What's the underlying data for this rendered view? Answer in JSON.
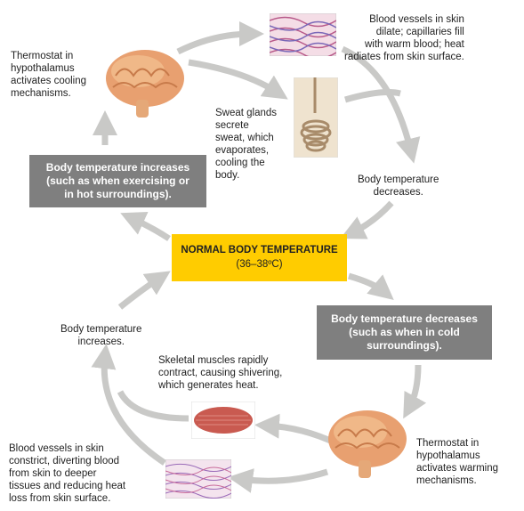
{
  "center": {
    "title": "NORMAL BODY TEMPERATURE",
    "range": "(36–38ºC)"
  },
  "top_cycle": {
    "stimulus": "Body temperature increases\n(such as when exercising or\nin hot surroundings).",
    "thermostat": "Thermostat in\nhypothalamus\nactivates cooling\nmechanisms.",
    "vessels": "Blood vessels in skin\ndilate; capillaries fill\nwith warm blood; heat\nradiates from skin surface.",
    "sweat": "Sweat glands\nsecrete\nsweat, which\nevaporates,\ncooling the\nbody.",
    "result": "Body temperature\ndecreases."
  },
  "bottom_cycle": {
    "stimulus": "Body temperature decreases\n(such as when in cold\nsurroundings).",
    "thermostat": "Thermostat in\nhypothalamus\nactivates warming\nmechanisms.",
    "muscles": "Skeletal muscles rapidly\ncontract, causing shivering,\nwhich generates heat.",
    "vessels": "Blood vessels in skin\nconstrict, diverting blood\nfrom skin to deeper\ntissues and reducing heat\nloss from skin surface.",
    "result": "Body temperature\nincreases."
  },
  "colors": {
    "arrow": "#c9c9c7",
    "box": "#7f7f7f",
    "center": "#ffcc00",
    "brain": "#e8a070"
  }
}
